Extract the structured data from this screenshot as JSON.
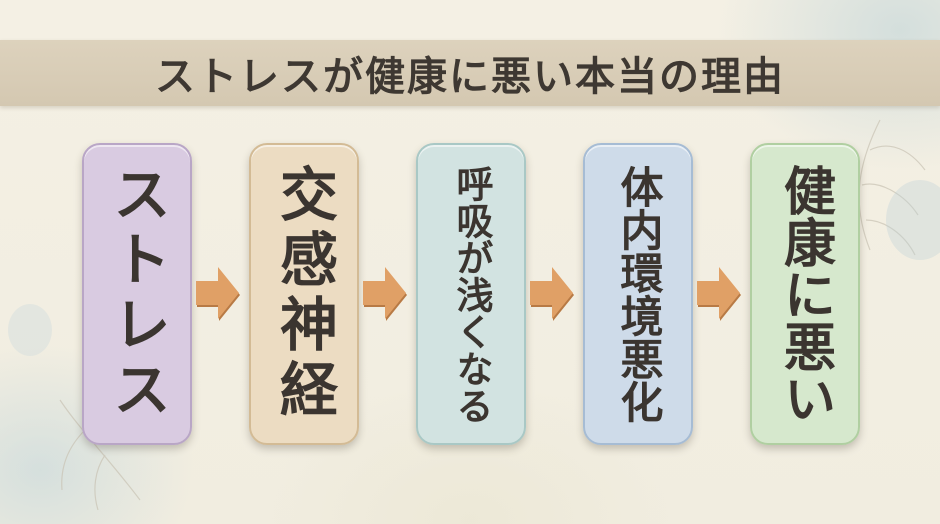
{
  "title": "ストレスが健康に悪い本当の理由",
  "steps": [
    {
      "label": "ストレス",
      "color": "#d9cbe1",
      "border": "#b9a6c6"
    },
    {
      "label": "交感神経",
      "color": "#ecdcc2",
      "border": "#d3bb95"
    },
    {
      "label": "呼吸が浅くなる",
      "color": "#d2e3e1",
      "border": "#a9c8c5"
    },
    {
      "label": "体内環境悪化",
      "color": "#cedbe9",
      "border": "#a6bcd4"
    },
    {
      "label": "健康に悪い",
      "color": "#d6e8cd",
      "border": "#b0cfa1"
    }
  ],
  "arrow_color": "#e0a066",
  "arrow_shadow": "#b87a45"
}
